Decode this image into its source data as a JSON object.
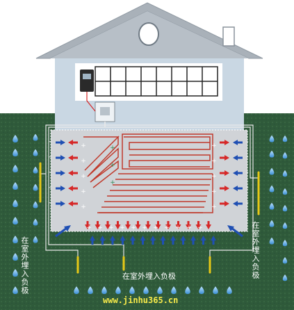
{
  "labels": {
    "left_electrode": "在室外埋入负极",
    "bottom_electrode": "在室外埋入负极",
    "right_electrode": "在室外埋入负极",
    "website": "www.jinhu365.cn"
  },
  "symbols": {
    "plus": "+",
    "minus": "-"
  },
  "colors": {
    "sky": "#ffffff",
    "house_roof": "#a9b1b9",
    "house_wall": "#c9d7e3",
    "ground": "#2f5a3a",
    "basement": "#d0d3d7",
    "positive_arrow": "#d62828",
    "negative_arrow": "#1f4fb3",
    "heating_pipe": "#c0392b",
    "electrode": "#e6c817",
    "water_drop": "#4aa3e0",
    "wire": "#e8e8e8"
  }
}
